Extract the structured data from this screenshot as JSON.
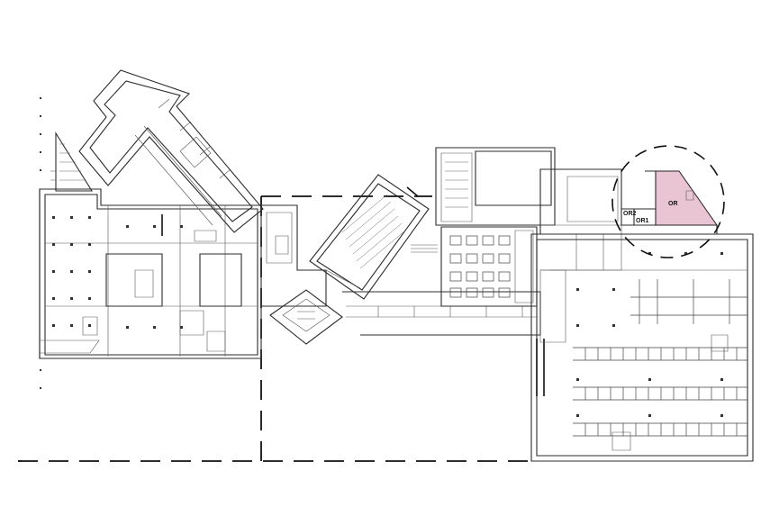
{
  "floor_plan": {
    "highlight_color": "#e9c5d3",
    "line_color": "#2b2b2b",
    "zones": [
      {
        "id": "or",
        "label": "OR"
      },
      {
        "id": "or1",
        "label": "OR1"
      },
      {
        "id": "or2",
        "label": "OR2"
      }
    ]
  }
}
